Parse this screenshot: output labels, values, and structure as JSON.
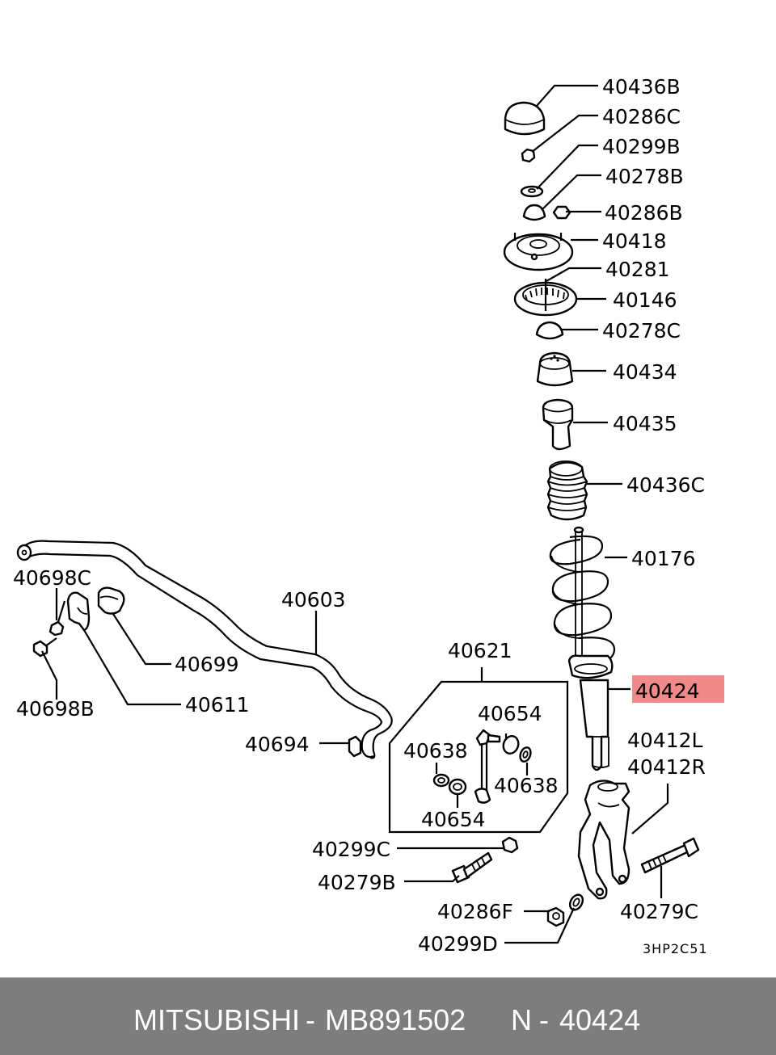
{
  "highlight_color": "#f08a8a",
  "diagram_code": "3HP2C51",
  "labels": {
    "p40436B": "40436B",
    "p40286C": "40286C",
    "p40299B": "40299B",
    "p40278B": "40278B",
    "p40286B": "40286B",
    "p40418": "40418",
    "p40281": "40281",
    "p40146": "40146",
    "p40278C": "40278C",
    "p40434": "40434",
    "p40435": "40435",
    "p40436C": "40436C",
    "p40176": "40176",
    "p40424": "40424",
    "p40412L": "40412L",
    "p40412R": "40412R",
    "p40603": "40603",
    "p40698C": "40698C",
    "p40699": "40699",
    "p40698B": "40698B",
    "p40611": "40611",
    "p40694": "40694",
    "p40621": "40621",
    "p40654a": "40654",
    "p40638a": "40638",
    "p40638b": "40638",
    "p40654b": "40654",
    "p40299C": "40299C",
    "p40279B": "40279B",
    "p40286F": "40286F",
    "p40299D": "40299D",
    "p40279C": "40279C"
  },
  "footer": {
    "brand": "MITSUBISHI",
    "sep1": "-",
    "part_number": "MB891502",
    "n_label": "N",
    "sep2": "-",
    "ref": "40424"
  }
}
